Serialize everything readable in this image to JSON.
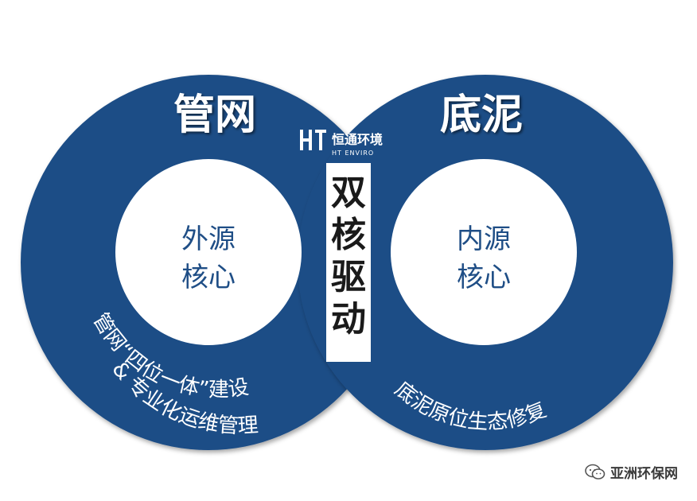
{
  "colors": {
    "ring": "#1f4e86",
    "ring_text": "#ffffff",
    "inner_text": "#1f4e86",
    "center_text": "#1a1a1a"
  },
  "left": {
    "title": "管网",
    "inner_line1": "外源",
    "inner_line2": "核心",
    "arc_line1": "管网“四位一体”建设",
    "arc_line2": "& 专业化运维管理"
  },
  "right": {
    "title": "底泥",
    "inner_line1": "内源",
    "inner_line2": "核心",
    "arc_line1": "底泥原位生态修复"
  },
  "center": {
    "chars": [
      "双",
      "核",
      "驱",
      "动"
    ]
  },
  "logo": {
    "name_cn": "恒通环境",
    "name_en": "HT ENVIRO"
  },
  "watermark": {
    "icon": "wechat-icon",
    "text": "亚洲环保网"
  }
}
